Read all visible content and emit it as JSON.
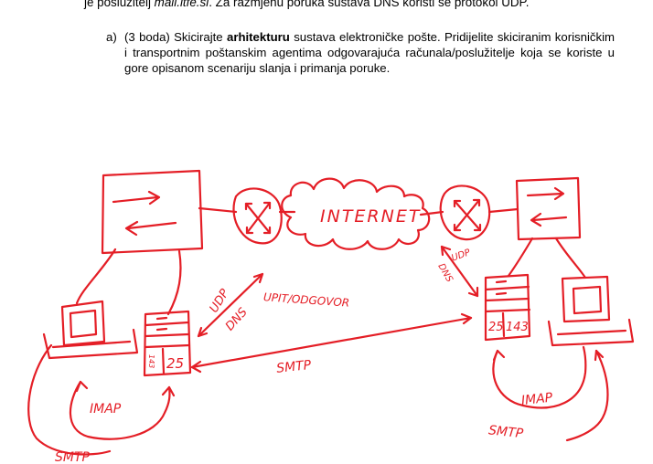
{
  "document": {
    "top_line": {
      "prefix": "je poslužitelj ",
      "server": "mail.ltfe.si",
      "suffix": ". Za razmjenu poruka sustava DNS koristi se protokol UDP."
    },
    "task": {
      "label": "a)",
      "text_before": "(3 boda) Skicirajte ",
      "bold_word": "arhitekturu",
      "text_after": " sustava elektroničke pošte. Pridijelite skiciranim korisničkim i transportnim poštanskim agentima odgovarajuća računala/poslužitelje koja se koriste u gore opisanom scenariju slanja i primanja poruke."
    }
  },
  "sketch": {
    "ink_color": "#e41e26",
    "labels": {
      "internet": "INTERNET",
      "udp_left": "UDP",
      "dns_left": "DNS",
      "query_response": "UPIT/ODGOVOR",
      "udp_right": "UDP",
      "dns_right": "DNS",
      "smtp_middle": "SMTP",
      "imap_left": "IMAP",
      "smtp_left": "SMTP",
      "imap_right": "IMAP",
      "smtp_right": "SMTP",
      "port_left_a": "25",
      "port_left_b": "143",
      "port_right_a": "25",
      "port_right_b": "143"
    }
  }
}
